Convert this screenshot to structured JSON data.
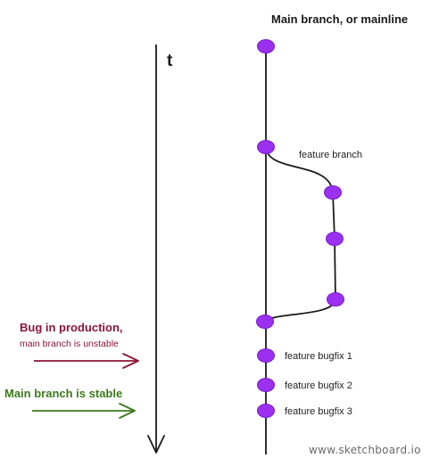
{
  "title": "Main branch, or mainline",
  "time_axis": {
    "label": "t"
  },
  "feature_branch_label": "feature branch",
  "commits": {
    "bugfix_1": "feature bugfix 1",
    "bugfix_2": "feature bugfix 2",
    "bugfix_3": "feature bugfix 3"
  },
  "annotations": {
    "bug": {
      "title": "Bug in production,",
      "subtitle": "main branch is unstable"
    },
    "stable": {
      "title": "Main branch is stable"
    }
  },
  "watermark": "www.sketchboard.io",
  "colors": {
    "commit": "#9b30f0",
    "commit_stroke": "#7a1fcc",
    "line": "#1a1a1a",
    "bug": "#8b1535",
    "stable": "#3d7a1c"
  }
}
